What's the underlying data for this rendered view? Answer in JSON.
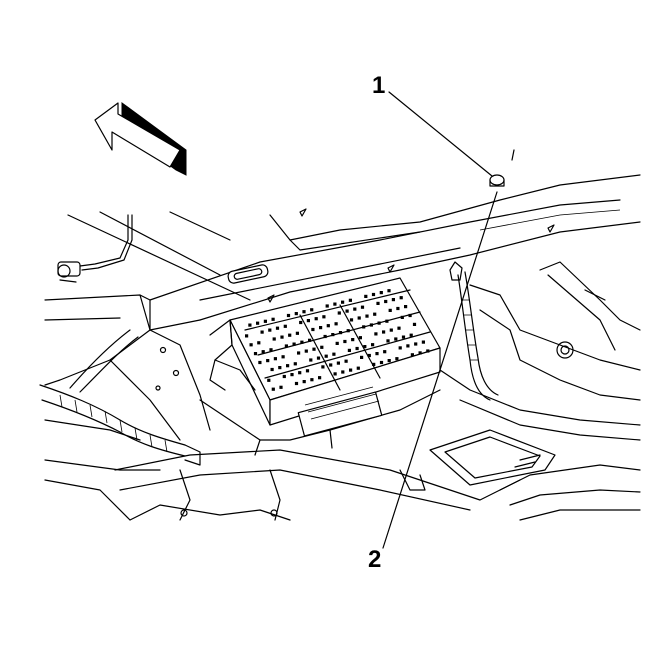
{
  "diagram": {
    "callouts": [
      {
        "id": "1",
        "label": "1",
        "target": "nut"
      },
      {
        "id": "2",
        "label": "2",
        "target": "ground-wire-terminal"
      }
    ],
    "arrow": {
      "meaning": "vehicle-front-direction"
    }
  }
}
